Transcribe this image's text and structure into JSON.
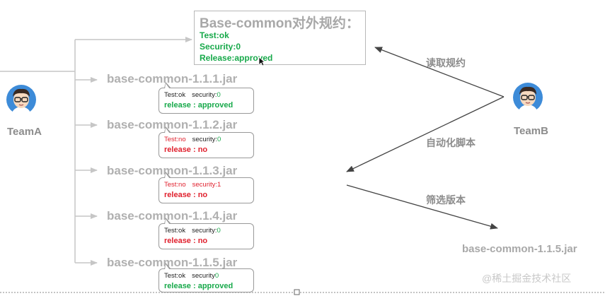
{
  "spec_box": {
    "title": "Base-common对外规约：",
    "test": "Test:ok",
    "security": "Security:0",
    "release": "Release:approved"
  },
  "jars": [
    {
      "name": "base-common-1.1.1.jar",
      "test": "Test:ok",
      "security": "security:",
      "security_value": "0",
      "release": "release : approved"
    },
    {
      "name": "base-common-1.1.2.jar",
      "test": "Test:no",
      "security": "security:",
      "security_value": "0",
      "release": "release : no"
    },
    {
      "name": "base-common-1.1.3.jar",
      "test": "Test:no",
      "security": "security:",
      "security_value": "1",
      "release": "release : no"
    },
    {
      "name": "base-common-1.1.4.jar",
      "test": "Test:ok",
      "security": "security:",
      "security_value": "0",
      "release": "release : no"
    },
    {
      "name": "base-common-1.1.5.jar",
      "test": "Test:ok",
      "security": "security",
      "security_value": "0",
      "release": "release : approved"
    }
  ],
  "team_a": "TeamA",
  "team_b": "TeamB",
  "arrows": {
    "read_spec": "读取规约",
    "auto_script": "自动化脚本",
    "filter_version": "筛选版本"
  },
  "result_jar": "base-common-1.1.5.jar",
  "watermark": "@稀土掘金技术社区",
  "colors": {
    "ok": "#17a94a",
    "fail": "#e0212e",
    "label_gray": "#8c8c8c"
  }
}
